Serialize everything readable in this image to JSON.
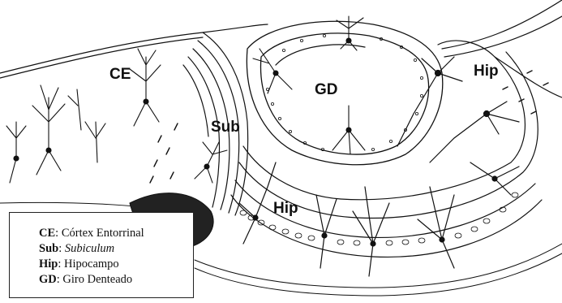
{
  "labels": {
    "ce": "CE",
    "gd": "GD",
    "hip_top": "Hip",
    "sub": "Sub",
    "hip_bottom": "Hip"
  },
  "legend": {
    "rows": [
      {
        "abbr": "CE",
        "sep": ": ",
        "text": "Córtex Entorrinal",
        "italic": false
      },
      {
        "abbr": "Sub",
        "sep": ": ",
        "text": "Subiculum",
        "italic": true
      },
      {
        "abbr": "Hip",
        "sep": ": ",
        "text": "Hipocampo",
        "italic": false
      },
      {
        "abbr": "GD",
        "sep": ": ",
        "text": "Giro Denteado",
        "italic": false
      }
    ]
  },
  "colors": {
    "ink": "#111111",
    "paper": "#ffffff"
  }
}
